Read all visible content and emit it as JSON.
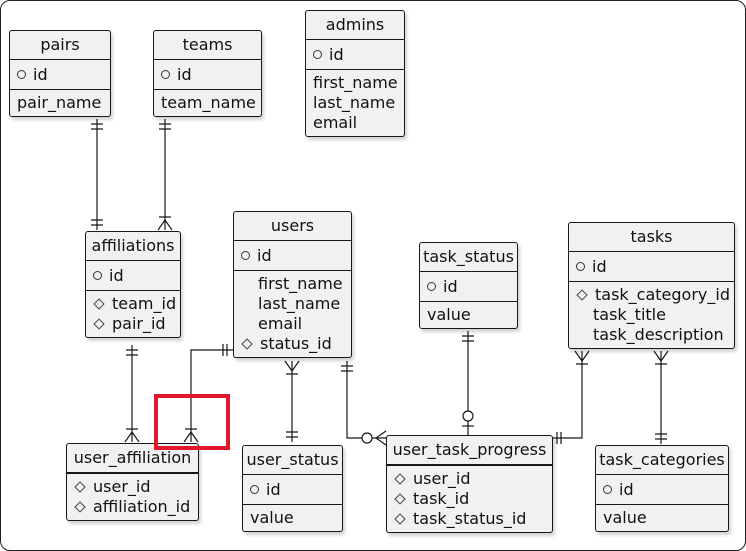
{
  "entities": {
    "pairs": {
      "title": "pairs",
      "pk": "id",
      "fields": [
        "pair_name"
      ]
    },
    "teams": {
      "title": "teams",
      "pk": "id",
      "fields": [
        "team_name"
      ]
    },
    "admins": {
      "title": "admins",
      "pk": "id",
      "fields": [
        "first_name",
        "last_name",
        "email"
      ]
    },
    "affiliations": {
      "title": "affiliations",
      "pk": "id",
      "fields": [
        "team_id",
        "pair_id"
      ]
    },
    "users": {
      "title": "users",
      "pk": "id",
      "fields": [
        "first_name",
        "last_name",
        "email",
        "status_id"
      ]
    },
    "task_status": {
      "title": "task_status",
      "pk": "id",
      "fields": [
        "value"
      ]
    },
    "tasks": {
      "title": "tasks",
      "pk": "id",
      "fields": [
        "task_category_id",
        "task_title",
        "task_description"
      ]
    },
    "user_affiliation": {
      "title": "user_affiliation",
      "pk": "",
      "fields": [
        "user_id",
        "affiliation_id"
      ]
    },
    "user_status": {
      "title": "user_status",
      "pk": "id",
      "fields": [
        "value"
      ]
    },
    "user_task_progress": {
      "title": "user_task_progress",
      "pk": "",
      "fields": [
        "user_id",
        "task_id",
        "task_status_id"
      ]
    },
    "task_categories": {
      "title": "task_categories",
      "pk": "id",
      "fields": [
        "value"
      ]
    }
  },
  "field_markers": {
    "affiliations": [
      "fk",
      "fk"
    ],
    "users": [
      "plain",
      "plain",
      "plain",
      "fk"
    ],
    "tasks": [
      "fk",
      "plain",
      "plain"
    ],
    "user_affiliation": [
      "fk",
      "fk"
    ],
    "user_task_progress": [
      "fk",
      "fk",
      "fk"
    ],
    "pairs": [
      "plain"
    ],
    "teams": [
      "plain"
    ],
    "admins": [
      "plain",
      "plain",
      "plain"
    ],
    "task_status": [
      "plain"
    ],
    "user_status": [
      "plain"
    ],
    "task_categories": [
      "plain"
    ]
  },
  "relationships": [
    {
      "from": "pairs",
      "to": "affiliations",
      "from_card": "one",
      "to_card": "one"
    },
    {
      "from": "teams",
      "to": "affiliations",
      "from_card": "one",
      "to_card": "one-or-many"
    },
    {
      "from": "affiliations",
      "to": "user_affiliation",
      "from_card": "one",
      "to_card": "one-or-many"
    },
    {
      "from": "users",
      "to": "user_affiliation",
      "from_card": "one",
      "to_card": "one-or-many"
    },
    {
      "from": "users",
      "to": "user_status",
      "from_card": "one-or-many",
      "to_card": "one"
    },
    {
      "from": "users",
      "to": "user_task_progress",
      "from_card": "one",
      "to_card": "zero-or-many"
    },
    {
      "from": "task_status",
      "to": "user_task_progress",
      "from_card": "one",
      "to_card": "zero-or-one"
    },
    {
      "from": "tasks",
      "to": "user_task_progress",
      "from_card": "one-or-many",
      "to_card": "one"
    },
    {
      "from": "tasks",
      "to": "task_categories",
      "from_card": "one-or-many",
      "to_card": "one"
    }
  ],
  "colors": {
    "highlight": "#e3162b",
    "entity_fill": "#f1f1f1",
    "line": "#181818"
  }
}
